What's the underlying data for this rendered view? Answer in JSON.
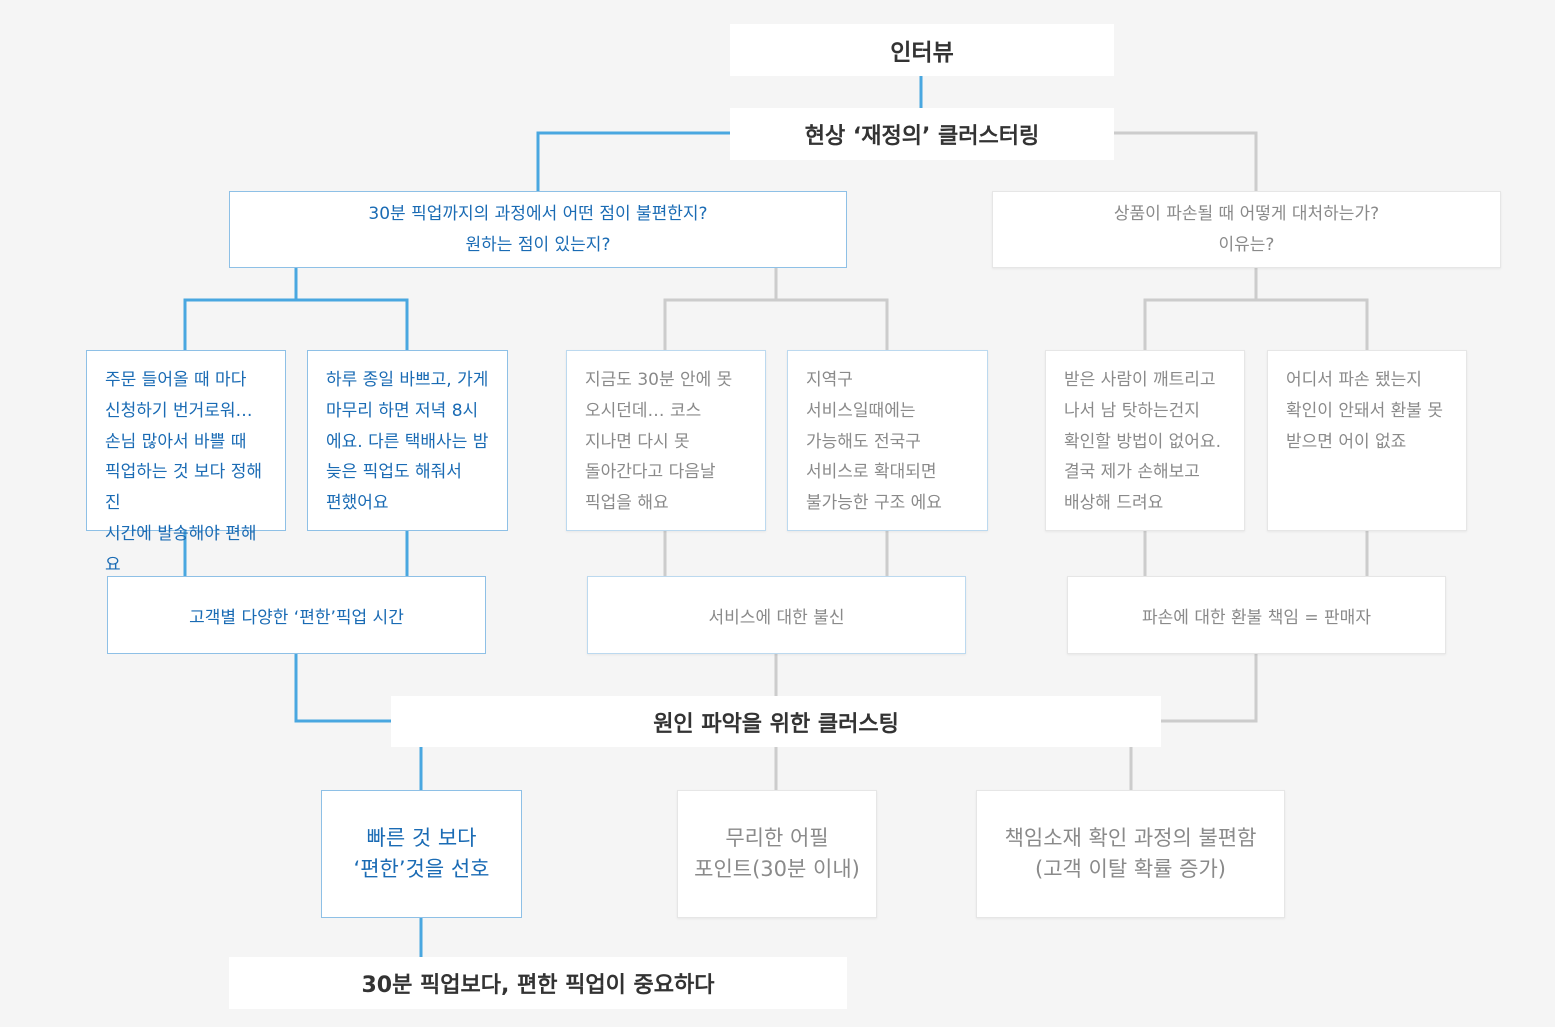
{
  "top": {
    "interview": "인터뷰",
    "redefine": "현상 ‘재정의’ 클러스터링"
  },
  "questions": {
    "q1_line1": "30분 픽업까지의 과정에서 어떤 점이 불편한지?",
    "q1_line2": "원하는 점이 있는지?",
    "q2_line1": "상품이 파손될 때 어떻게 대처하는가?",
    "q2_line2": "이유는?"
  },
  "quotes": {
    "c1": "주문 들어올 때 마다\n신청하기 번거로워…\n손님 많아서 바쁠 때\n픽업하는 것 보다 정해진\n시간에 발송해야 편해요",
    "c2": "하루 종일 바쁘고, 가게\n마무리 하면 저녁 8시\n에요. 다른 택배사는 밤\n늦은 픽업도 해줘서\n편했어요",
    "c3": "지금도 30분 안에 못\n오시던데… 코스\n지나면 다시 못\n돌아간다고 다음날\n픽업을 해요",
    "c4": "지역구\n서비스일때에는\n가능해도 전국구\n서비스로 확대되면\n불가능한 구조 에요",
    "c5": "받은 사람이 깨트리고\n나서 남 탓하는건지\n확인할 방법이 없어요.\n결국 제가 손해보고\n배상해 드려요",
    "c6": "어디서 파손 됐는지\n확인이 안돼서 환불 못\n받으면 어이 없죠"
  },
  "summaries": {
    "s1": "고객별 다양한 ‘편한’픽업 시간",
    "s2": "서비스에 대한 불신",
    "s3": "파손에 대한 환불 책임 = 판매자"
  },
  "cause": {
    "title": "원인 파악을 위한 클러스팅"
  },
  "findings": {
    "f1": "빠른 것 보다\n‘편한’것을 선호",
    "f2": "무리한 어필\n포인트(30분 이내)",
    "f3": "책임소재 확인 과정의 불편함\n(고객 이탈 확률 증가)"
  },
  "conclusion": {
    "text": "30분 픽업보다, 편한 픽업이 중요하다"
  },
  "colors": {
    "blue_line": "#49a7e0",
    "gray_line": "#cccccc",
    "blue_text": "#1a6bb4",
    "gray_text": "#8a8a8a"
  }
}
